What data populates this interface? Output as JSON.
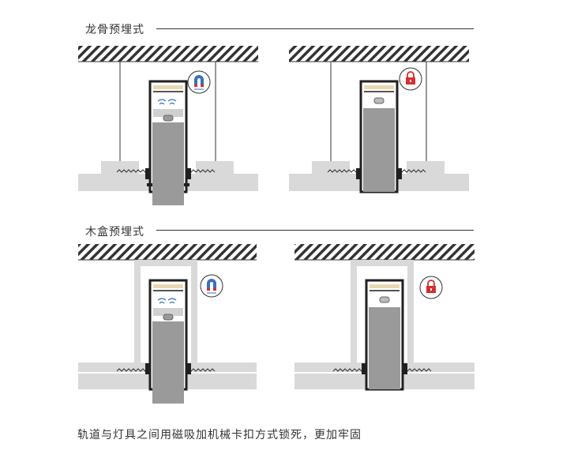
{
  "sections": [
    {
      "title": "龙骨预埋式"
    },
    {
      "title": "木盒预埋式"
    }
  ],
  "caption": "轨道与灯具之间用磁吸加机械卡扣方式锁死，更加牢固",
  "icons": {
    "magnet": "magnet-icon",
    "lock": "lock-icon"
  },
  "colors": {
    "ceiling_hatch": "#333333",
    "board": "#d9d9d9",
    "lamp_body": "#9a9a9a",
    "track": "#231f20",
    "wood_box": "#d9d9d9",
    "magnet_accent": "#3a6fb7",
    "lock_red": "#d62e2e",
    "led_strip": "#e8d8b0"
  }
}
